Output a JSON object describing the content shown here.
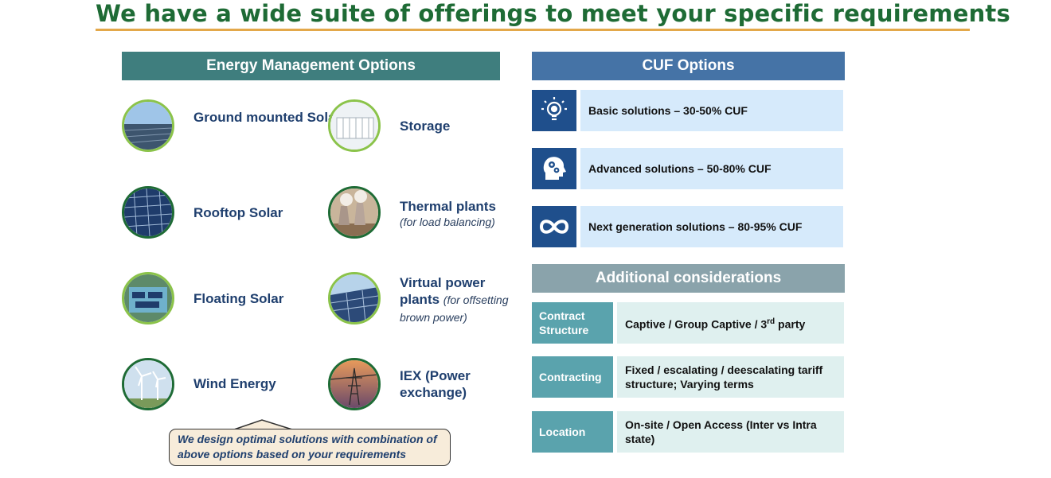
{
  "title": "We have a wide suite of offerings to meet your specific requirements",
  "energy_management": {
    "header": "Energy Management Options",
    "options": [
      {
        "label": "Ground mounted Solar",
        "icon": "ground-solar-photo"
      },
      {
        "label": "Storage",
        "icon": "storage-photo"
      },
      {
        "label": "Rooftop Solar",
        "icon": "rooftop-solar-photo"
      },
      {
        "label": "Thermal plants",
        "sub": "(for load balancing)",
        "icon": "thermal-plant-photo"
      },
      {
        "label": "Floating Solar",
        "icon": "floating-solar-photo"
      },
      {
        "label": "Virtual power plants",
        "sub": "(for offsetting brown power)",
        "icon": "virtual-power-photo"
      },
      {
        "label": "Wind Energy",
        "icon": "wind-turbine-photo"
      },
      {
        "label": "IEX (Power exchange)",
        "icon": "transmission-tower-photo"
      }
    ],
    "callout": "We design optimal solutions with combination of above options based on your requirements"
  },
  "cuf": {
    "header": "CUF Options",
    "items": [
      {
        "label": "Basic solutions – 30-50% CUF",
        "icon": "lightbulb-icon"
      },
      {
        "label": "Advanced solutions – 50-80% CUF",
        "icon": "head-gears-icon"
      },
      {
        "label": "Next generation solutions – 80-95% CUF",
        "icon": "infinity-icon"
      }
    ]
  },
  "additional": {
    "header": "Additional considerations",
    "rows": [
      {
        "label": "Contract Structure",
        "value_pre": "Captive / Group Captive / 3",
        "value_sup": "rd",
        "value_post": " party"
      },
      {
        "label": "Contracting",
        "value": "Fixed / escalating / deescalating tariff structure; Varying terms"
      },
      {
        "label": "Location",
        "value": "On-site / Open Access (Inter vs Intra state)"
      }
    ]
  },
  "colors": {
    "title": "#1e6b35",
    "title_rule": "#e3a84a",
    "em_header": "#3f7e7e",
    "cuf_header": "#4573a6",
    "cuf_icon_bg": "#1f4f8c",
    "cuf_box_bg": "#d6eafb",
    "add_header": "#8aa3ab",
    "add_label_bg": "#5aa3ad",
    "add_value_bg": "#dff0ef",
    "callout_bg": "#f7ecda"
  }
}
